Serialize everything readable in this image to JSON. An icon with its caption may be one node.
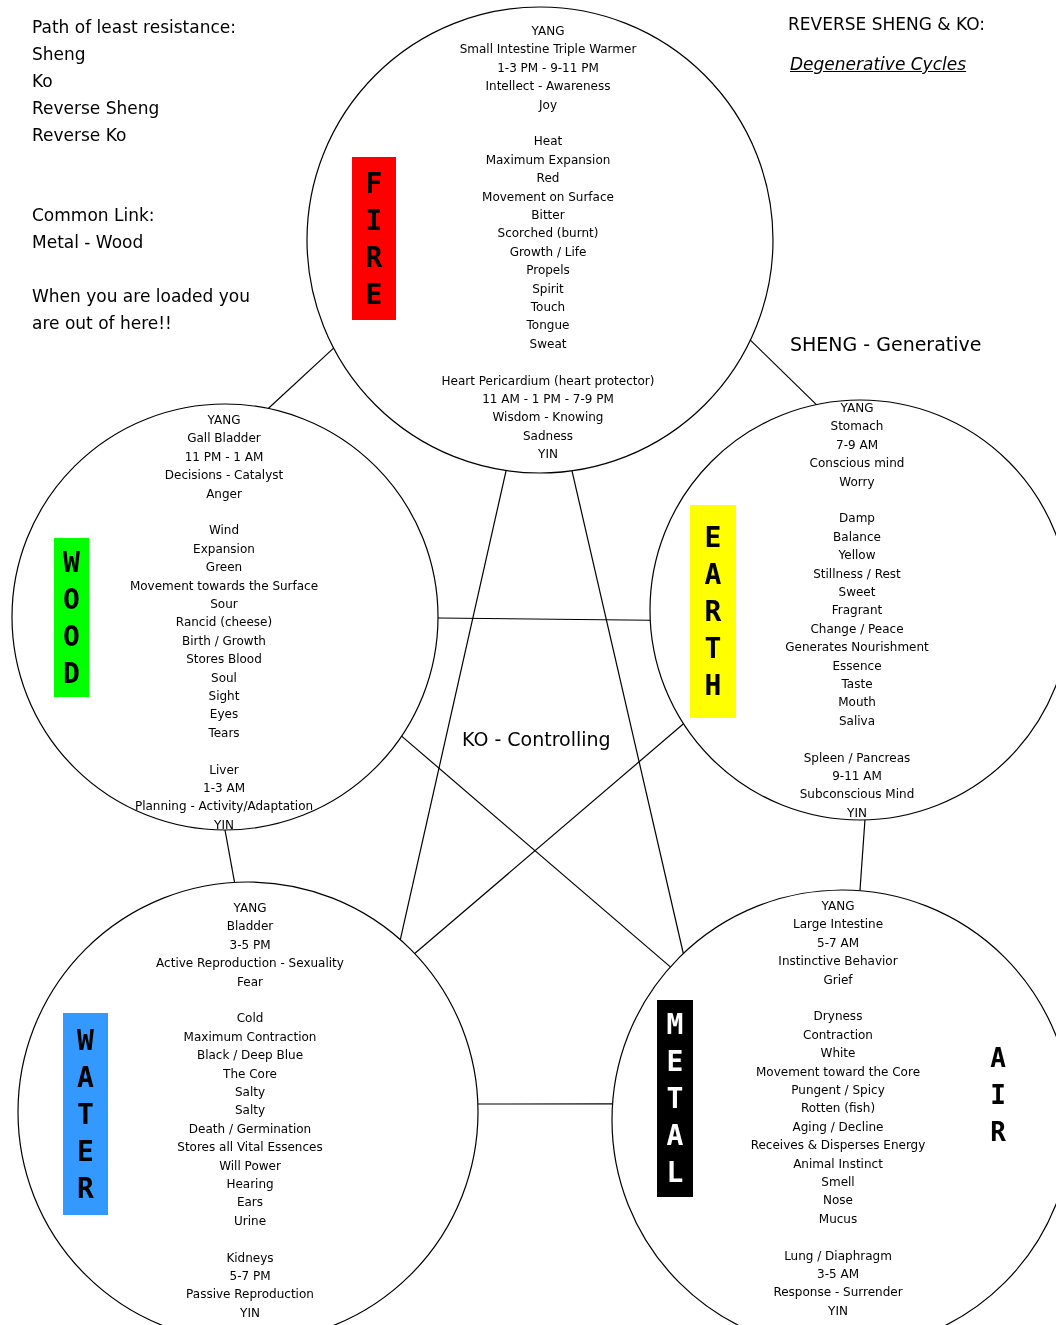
{
  "diagram": {
    "nodes": [
      {
        "text": [
          "YANG",
          "Small Intestine Triple Warmer",
          "1-3 PM - 9-11 PM",
          "Intellect - Awareness",
          "Joy",
          "Heat",
          "Maximum Expansion",
          "Red",
          "Movement on Surface",
          "Bitter",
          "Scorched (burnt)",
          "Growth / Life",
          "Propels",
          "Spirit",
          "Touch",
          "Tongue",
          "Sweat",
          "Heart Pericardium (heart protector)",
          "11 AM - 1 PM - 7-9 PM",
          "Wisdom - Knowing",
          "Sadness",
          "YIN"
        ]
      },
      {
        "text": [
          "FIRE"
        ],
        "in": 0
      },
      {
        "text": [
          "YANG",
          "Gall Bladder",
          "11 PM - 1 AM",
          "Decisions - Catalyst",
          "Anger",
          "Wind",
          "Expansion",
          "Green",
          "Movement towards the Surface",
          "Sour",
          "Rancid (cheese)",
          "Birth / Growth",
          "Stores Blood",
          "Soul",
          "Sight",
          "Eyes",
          "Tears",
          "Liver",
          "1-3 AM",
          "Planning - Activity/Adaptation",
          "YIN"
        ]
      },
      {
        "text": [
          "WOOD"
        ],
        "in": 2
      },
      {
        "text": [
          "YANG",
          "Stomach",
          "7-9 AM",
          "Conscious mind",
          "Worry",
          "Damp",
          "Balance",
          "Yellow",
          "Stillness / Rest",
          "Sweet",
          "Fragrant",
          "Change / Peace",
          "Generates Nourishment",
          "Essence",
          "Taste",
          "Mouth",
          "Saliva",
          "Spleen / Pancreas",
          "9-11 AM",
          "Subconscious Mind",
          "YIN"
        ]
      },
      {
        "text": [
          "EARTH"
        ],
        "in": 4
      },
      {
        "text": [
          "YANG",
          "Bladder",
          "3-5 PM",
          "Active Reproduction - Sexuality",
          "Fear",
          "Cold",
          "Maximum Contraction",
          "Black / Deep Blue",
          "The Core",
          "Salty",
          "Salty",
          "Death / Germination",
          "Stores all Vital Essences",
          "Will Power",
          "Hearing",
          "Ears",
          "Urine",
          "Kidneys",
          "5-7 PM",
          "Passive Reproduction",
          "YIN"
        ]
      },
      {
        "text": [
          "WATER"
        ],
        "in": 6
      },
      {
        "text": [
          "YANG",
          "Large Intestine",
          "5-7 AM",
          "Instinctive Behavior",
          "Grief",
          "Dryness",
          "Contraction",
          "White",
          "Movement toward the Core",
          "Pungent / Spicy",
          "Rotten (fish)",
          "Aging / Decline",
          "Receives & Disperses Energy",
          "Animal Instinct",
          "Smell",
          "Nose",
          "Mucus",
          "Lung / Diaphragm",
          "3-5 AM",
          "Response - Surrender",
          "YIN"
        ]
      },
      {
        "text": [
          "METAL"
        ],
        "in": 8
      }
    ],
    "edges": [
      {
        "from": 0,
        "to": 4,
        "arrow": "none"
      },
      {
        "from": 4,
        "to": 8,
        "arrow": "none"
      },
      {
        "from": 8,
        "to": 6,
        "arrow": "none"
      },
      {
        "from": 6,
        "to": 2,
        "arrow": "none"
      },
      {
        "from": 2,
        "to": 0,
        "arrow": "none"
      },
      {
        "from": 0,
        "to": 6,
        "arrow": "none"
      },
      {
        "from": 0,
        "to": 8,
        "arrow": "none"
      },
      {
        "from": 2,
        "to": 4,
        "arrow": "none"
      },
      {
        "from": 2,
        "to": 8,
        "arrow": "none"
      },
      {
        "from": 4,
        "to": 6,
        "arrow": "none"
      }
    ],
    "labels": [
      "Path of least resistance:",
      "Sheng",
      "Ko",
      "Reverse Sheng",
      "Reverse Ko",
      "Common Link:",
      "Metal - Wood",
      "When you are loaded you are out of here!!",
      "REVERSE SHENG & KO:",
      "Degenerative Cycles",
      "SHENG - Generative",
      "KO - Controlling",
      "AIR"
    ]
  }
}
